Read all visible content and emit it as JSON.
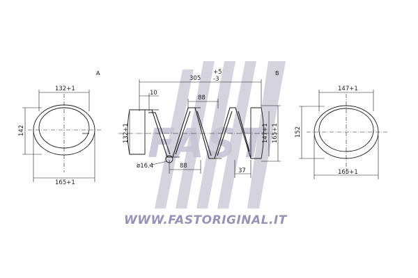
{
  "views": {
    "left_label": "A",
    "right_label": "B"
  },
  "left_view": {
    "top_diameter": "132+1",
    "height": "142",
    "bottom_diameter": "165+1"
  },
  "side_view": {
    "free_length": "305",
    "length_tolerance_plus": "+5",
    "length_tolerance_minus": "-3",
    "end_offset": "10",
    "pitch_top": "88",
    "pitch_bottom": "88",
    "wire_diameter": "ø16.4",
    "left_inner": "132+1",
    "right_inner": "147+1",
    "right_outer": "165+1",
    "end_length": "37"
  },
  "right_view": {
    "top_diameter": "147+1",
    "height": "152",
    "bottom_diameter": "165+1"
  },
  "watermark": {
    "brand": "FAST",
    "url": "WWW.FASTORIGINAL.IT"
  }
}
